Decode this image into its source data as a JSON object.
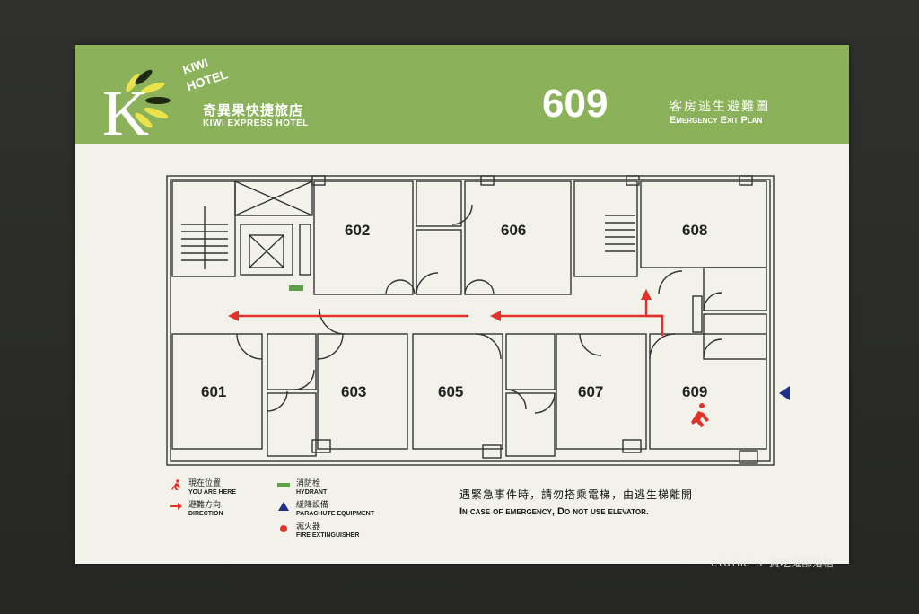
{
  "brand": {
    "logo_en_line1": "KIWI",
    "logo_en_line2": "HOTEL",
    "name_zh": "奇異果快捷旅店",
    "name_en": "KIWI EXPRESS HOTEL"
  },
  "header": {
    "room_number": "609",
    "title_zh": "客房逃生避難圖",
    "title_en": "Emergency Exit Plan"
  },
  "rooms": [
    {
      "label": "602"
    },
    {
      "label": "606"
    },
    {
      "label": "608"
    },
    {
      "label": "601"
    },
    {
      "label": "603"
    },
    {
      "label": "605"
    },
    {
      "label": "607"
    },
    {
      "label": "609"
    }
  ],
  "legend": {
    "you_are_here": {
      "zh": "現在位置",
      "en": "You are here"
    },
    "direction": {
      "zh": "避難方向",
      "en": "Direction"
    },
    "hydrant": {
      "zh": "消防栓",
      "en": "Hydrant"
    },
    "parachute": {
      "zh": "緩降設備",
      "en": "Parachute equipment"
    },
    "extinguisher": {
      "zh": "滅火器",
      "en": "Fire extinguisher"
    }
  },
  "notice": {
    "zh": "遇緊急事件時，請勿搭乘電梯，由逃生梯離開",
    "en": "In case of emergency, Do not use elevator."
  },
  "watermark": "elaine's 貪吃鬼部落格",
  "colors": {
    "header_green": "#8bb25a",
    "arrow_red": "#e0332a",
    "hydrant_green": "#5ea04a",
    "parachute_blue": "#1e2f8c",
    "wall": "#333333"
  }
}
